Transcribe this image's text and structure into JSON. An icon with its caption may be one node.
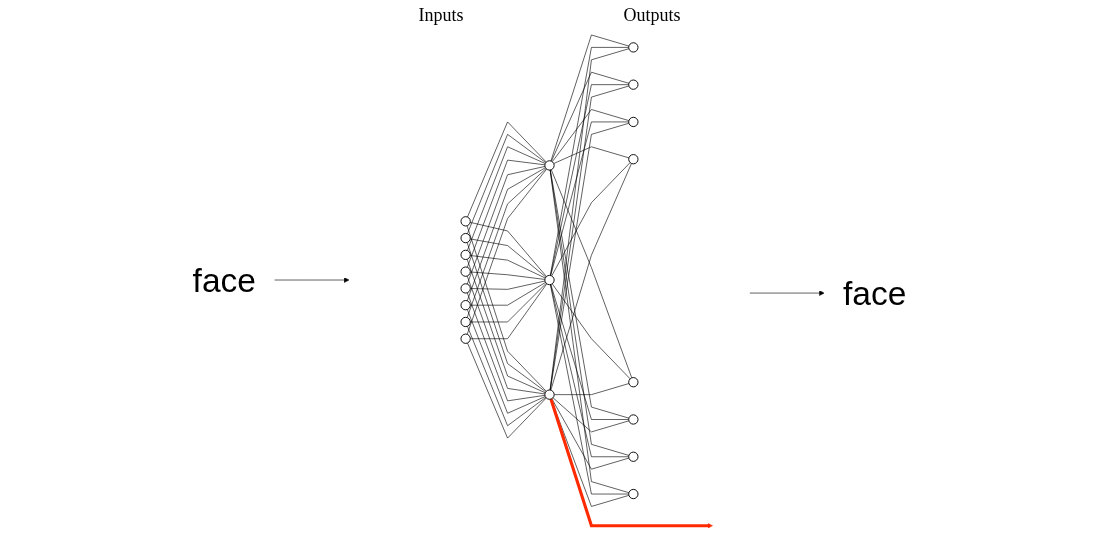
{
  "diagram": {
    "nodes": [
      {
        "text": [
          "face"
        ]
      },
      {
        "text": [],
        "shape": "circle"
      },
      {
        "text": [],
        "shape": "circle"
      },
      {
        "text": [],
        "shape": "circle"
      },
      {
        "text": [],
        "shape": "circle"
      },
      {
        "text": [],
        "shape": "circle"
      },
      {
        "text": [],
        "shape": "circle"
      },
      {
        "text": [],
        "shape": "circle"
      },
      {
        "text": [],
        "shape": "circle"
      },
      {
        "text": [],
        "shape": "circle"
      },
      {
        "text": [],
        "shape": "circle"
      },
      {
        "text": [],
        "shape": "circle"
      },
      {
        "text": [],
        "shape": "circle"
      },
      {
        "text": [],
        "shape": "circle"
      },
      {
        "text": [],
        "shape": "circle"
      },
      {
        "text": [],
        "shape": "circle"
      },
      {
        "text": [],
        "shape": "circle"
      },
      {
        "text": [],
        "shape": "circle"
      },
      {
        "text": [],
        "shape": "circle"
      },
      {
        "text": [],
        "shape": "circle"
      },
      {
        "text": [
          "face"
        ]
      }
    ],
    "edges": [
      {
        "from": 0,
        "to": null,
        "arrow": "to"
      },
      {
        "from": 1,
        "to": 9,
        "arrow": "none"
      },
      {
        "from": 1,
        "to": 10,
        "arrow": "none"
      },
      {
        "from": 1,
        "to": 11,
        "arrow": "none"
      },
      {
        "from": 2,
        "to": 9,
        "arrow": "none"
      },
      {
        "from": 2,
        "to": 10,
        "arrow": "none"
      },
      {
        "from": 2,
        "to": 11,
        "arrow": "none"
      },
      {
        "from": 3,
        "to": 9,
        "arrow": "none"
      },
      {
        "from": 3,
        "to": 10,
        "arrow": "none"
      },
      {
        "from": 3,
        "to": 11,
        "arrow": "none"
      },
      {
        "from": 4,
        "to": 9,
        "arrow": "none"
      },
      {
        "from": 4,
        "to": 10,
        "arrow": "none"
      },
      {
        "from": 4,
        "to": 11,
        "arrow": "none"
      },
      {
        "from": 5,
        "to": 9,
        "arrow": "none"
      },
      {
        "from": 5,
        "to": 10,
        "arrow": "none"
      },
      {
        "from": 5,
        "to": 11,
        "arrow": "none"
      },
      {
        "from": 6,
        "to": 9,
        "arrow": "none"
      },
      {
        "from": 6,
        "to": 10,
        "arrow": "none"
      },
      {
        "from": 6,
        "to": 11,
        "arrow": "none"
      },
      {
        "from": 7,
        "to": 9,
        "arrow": "none"
      },
      {
        "from": 7,
        "to": 10,
        "arrow": "none"
      },
      {
        "from": 7,
        "to": 11,
        "arrow": "none"
      },
      {
        "from": 8,
        "to": 9,
        "arrow": "none"
      },
      {
        "from": 8,
        "to": 10,
        "arrow": "none"
      },
      {
        "from": 8,
        "to": 11,
        "arrow": "none"
      },
      {
        "from": 9,
        "to": 12,
        "arrow": "none"
      },
      {
        "from": 9,
        "to": 13,
        "arrow": "none"
      },
      {
        "from": 9,
        "to": 14,
        "arrow": "none"
      },
      {
        "from": 9,
        "to": 15,
        "arrow": "none"
      },
      {
        "from": 9,
        "to": 16,
        "arrow": "none"
      },
      {
        "from": 9,
        "to": 17,
        "arrow": "none"
      },
      {
        "from": 9,
        "to": 18,
        "arrow": "none"
      },
      {
        "from": 9,
        "to": 19,
        "arrow": "none"
      },
      {
        "from": 10,
        "to": 12,
        "arrow": "none"
      },
      {
        "from": 10,
        "to": 13,
        "arrow": "none"
      },
      {
        "from": 10,
        "to": 14,
        "arrow": "none"
      },
      {
        "from": 10,
        "to": 15,
        "arrow": "none"
      },
      {
        "from": 10,
        "to": 16,
        "arrow": "none"
      },
      {
        "from": 10,
        "to": 17,
        "arrow": "none"
      },
      {
        "from": 10,
        "to": 18,
        "arrow": "none"
      },
      {
        "from": 10,
        "to": 19,
        "arrow": "none"
      },
      {
        "from": 11,
        "to": 12,
        "arrow": "none"
      },
      {
        "from": 11,
        "to": 13,
        "arrow": "none"
      },
      {
        "from": 11,
        "to": 14,
        "arrow": "none"
      },
      {
        "from": 11,
        "to": 15,
        "arrow": "none"
      },
      {
        "from": 11,
        "to": 16,
        "arrow": "none"
      },
      {
        "from": 11,
        "to": 17,
        "arrow": "none"
      },
      {
        "from": 11,
        "to": 18,
        "arrow": "none"
      },
      {
        "from": 11,
        "to": 19,
        "arrow": "none"
      },
      {
        "from": null,
        "to": 20,
        "arrow": "to"
      },
      {
        "from": 11,
        "to": null,
        "arrow": "to",
        "style": "thick",
        "color": "#ff2a00"
      }
    ],
    "labels": [
      "Inputs",
      "Outputs"
    ]
  }
}
